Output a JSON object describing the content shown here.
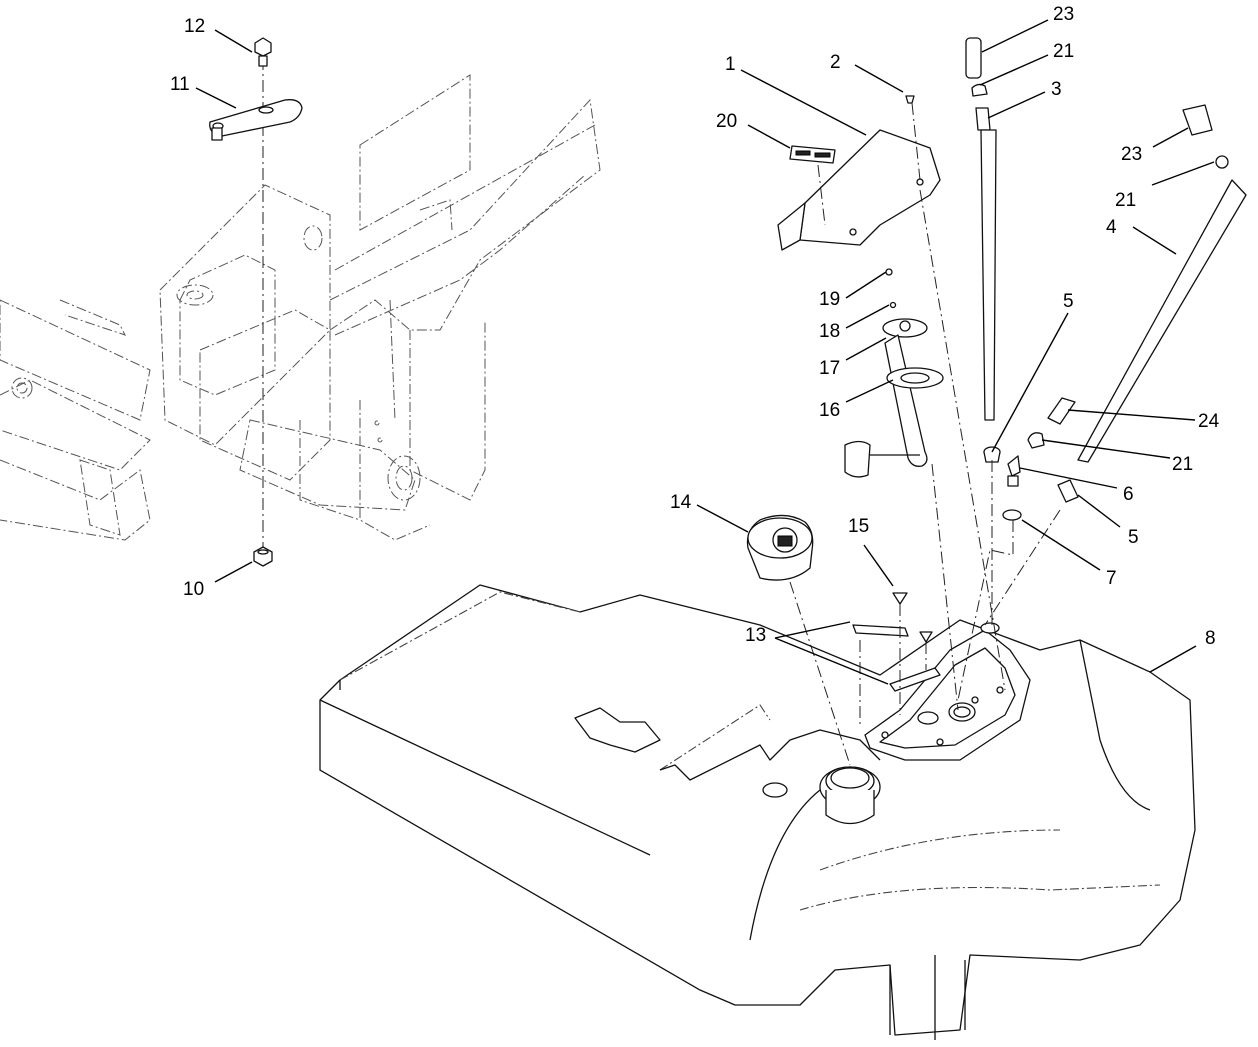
{
  "callouts": [
    {
      "id": "c1",
      "text": "1"
    },
    {
      "id": "c2",
      "text": "2"
    },
    {
      "id": "c3",
      "text": "3"
    },
    {
      "id": "c4",
      "text": "4"
    },
    {
      "id": "c5a",
      "text": "5"
    },
    {
      "id": "c5b",
      "text": "5"
    },
    {
      "id": "c6",
      "text": "6"
    },
    {
      "id": "c7",
      "text": "7"
    },
    {
      "id": "c8",
      "text": "8"
    },
    {
      "id": "c10",
      "text": "10"
    },
    {
      "id": "c11",
      "text": "11"
    },
    {
      "id": "c12",
      "text": "12"
    },
    {
      "id": "c13",
      "text": "13"
    },
    {
      "id": "c14",
      "text": "14"
    },
    {
      "id": "c15",
      "text": "15"
    },
    {
      "id": "c16",
      "text": "16"
    },
    {
      "id": "c17",
      "text": "17"
    },
    {
      "id": "c18",
      "text": "18"
    },
    {
      "id": "c19",
      "text": "19"
    },
    {
      "id": "c20",
      "text": "20"
    },
    {
      "id": "c21a",
      "text": "21"
    },
    {
      "id": "c21b",
      "text": "21"
    },
    {
      "id": "c21c",
      "text": "21"
    },
    {
      "id": "c23a",
      "text": "23"
    },
    {
      "id": "c23b",
      "text": "23"
    },
    {
      "id": "c24",
      "text": "24"
    }
  ]
}
